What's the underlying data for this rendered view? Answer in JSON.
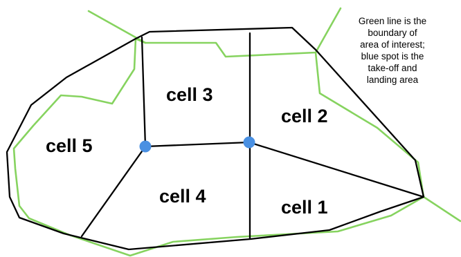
{
  "cells": [
    {
      "id": "cell-1",
      "label": "cell 1"
    },
    {
      "id": "cell-2",
      "label": "cell 2"
    },
    {
      "id": "cell-3",
      "label": "cell 3"
    },
    {
      "id": "cell-4",
      "label": "cell 4"
    },
    {
      "id": "cell-5",
      "label": "cell 5"
    }
  ],
  "note": {
    "lines": [
      "Green line is the",
      "boundary of",
      "area of interest;",
      "blue spot is the",
      "take-off and",
      "landing area"
    ]
  },
  "colors": {
    "boundary_of_interest": "#86d35f",
    "cell_edges": "#000000",
    "takeoff_landing_spot": "#4a90e2"
  }
}
